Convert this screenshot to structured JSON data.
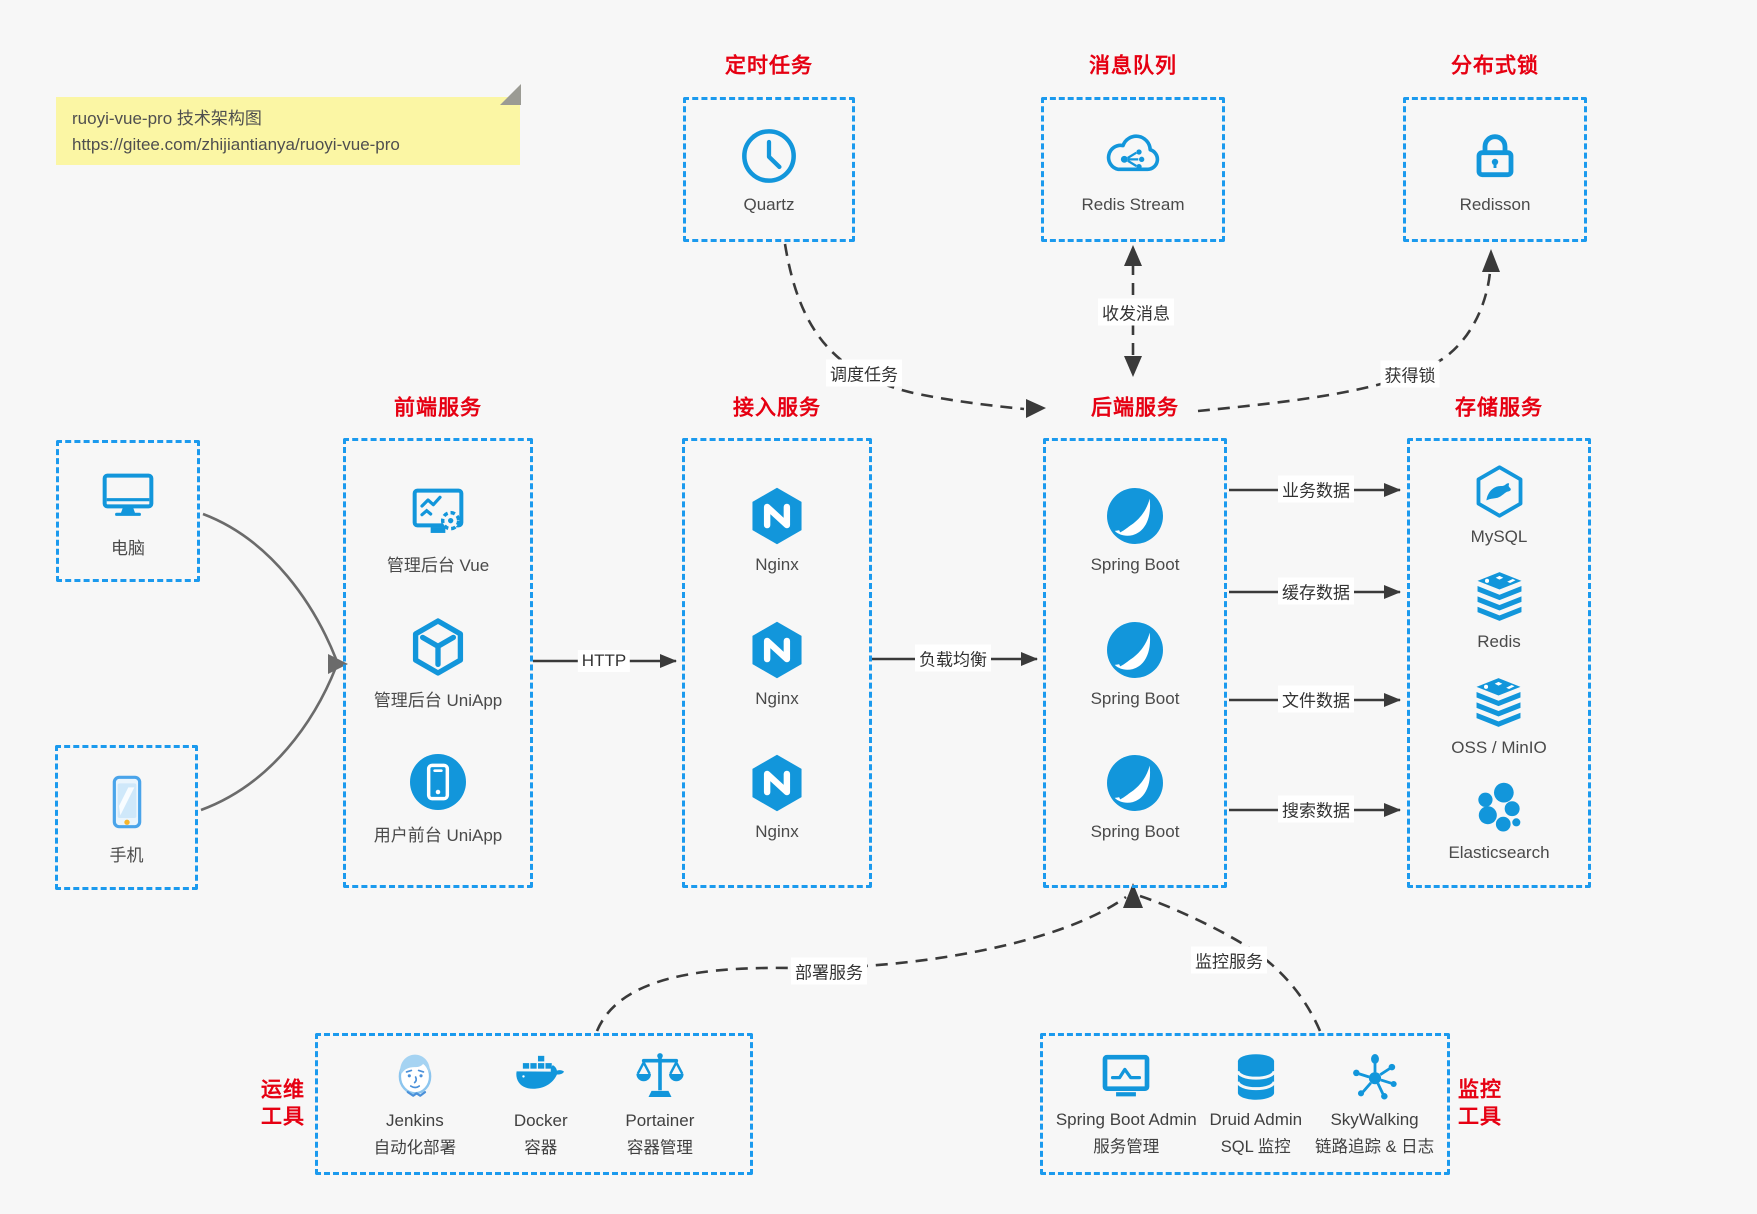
{
  "note": {
    "line1": "ruoyi-vue-pro 技术架构图",
    "line2": "https://gitee.com/zhijiantianya/ruoyi-vue-pro"
  },
  "colors": {
    "icon_blue": "#1296db",
    "border_blue": "#1b9aee",
    "title_red": "#e60012",
    "note_yellow": "#fbf6a4",
    "arrow_dark": "#3a3a3a",
    "arrow_gray": "#6b6b6b",
    "background": "#f7f7f7"
  },
  "groups": {
    "scheduler": {
      "title": "定时任务",
      "items": [
        {
          "label": "Quartz",
          "icon": "clock-icon"
        }
      ]
    },
    "mq": {
      "title": "消息队列",
      "items": [
        {
          "label": "Redis Stream",
          "icon": "cloud-stream-icon"
        }
      ]
    },
    "lock": {
      "title": "分布式锁",
      "items": [
        {
          "label": "Redisson",
          "icon": "padlock-icon"
        }
      ]
    },
    "clients": {
      "items": [
        {
          "label": "电脑",
          "icon": "desktop-icon"
        },
        {
          "label": "手机",
          "icon": "smartphone-icon"
        }
      ]
    },
    "frontend": {
      "title": "前端服务",
      "items": [
        {
          "label": "管理后台 Vue",
          "icon": "admin-console-icon"
        },
        {
          "label": "管理后台 UniApp",
          "icon": "uniapp-cube-icon"
        },
        {
          "label": "用户前台 UniApp",
          "icon": "mobile-app-icon"
        }
      ]
    },
    "gateway": {
      "title": "接入服务",
      "items": [
        {
          "label": "Nginx",
          "icon": "nginx-icon"
        },
        {
          "label": "Nginx",
          "icon": "nginx-icon"
        },
        {
          "label": "Nginx",
          "icon": "nginx-icon"
        }
      ]
    },
    "backend": {
      "title": "后端服务",
      "items": [
        {
          "label": "Spring Boot",
          "icon": "spring-boot-icon"
        },
        {
          "label": "Spring Boot",
          "icon": "spring-boot-icon"
        },
        {
          "label": "Spring Boot",
          "icon": "spring-boot-icon"
        }
      ]
    },
    "storage": {
      "title": "存储服务",
      "items": [
        {
          "label": "MySQL",
          "icon": "mysql-icon"
        },
        {
          "label": "Redis",
          "icon": "redis-icon"
        },
        {
          "label": "OSS / MinIO",
          "icon": "oss-minio-icon"
        },
        {
          "label": "Elasticsearch",
          "icon": "elasticsearch-icon"
        }
      ]
    },
    "devops": {
      "title_line1": "运维",
      "title_line2": "工具",
      "items": [
        {
          "name": "Jenkins",
          "desc": "自动化部署",
          "icon": "jenkins-icon"
        },
        {
          "name": "Docker",
          "desc": "容器",
          "icon": "docker-icon"
        },
        {
          "name": "Portainer",
          "desc": "容器管理",
          "icon": "portainer-icon"
        }
      ]
    },
    "monitor": {
      "title_line1": "监控",
      "title_line2": "工具",
      "items": [
        {
          "name": "Spring Boot Admin",
          "desc": "服务管理",
          "icon": "spring-boot-admin-icon"
        },
        {
          "name": "Druid Admin",
          "desc": "SQL 监控",
          "icon": "druid-database-icon"
        },
        {
          "name": "SkyWalking",
          "desc": "链路追踪 & 日志",
          "icon": "skywalking-icon"
        }
      ]
    }
  },
  "edges": {
    "http": "HTTP",
    "load_balance": "负载均衡",
    "schedule_task": "调度任务",
    "send_receive_msg": "收发消息",
    "acquire_lock": "获得锁",
    "business_data": "业务数据",
    "cache_data": "缓存数据",
    "file_data": "文件数据",
    "search_data": "搜索数据",
    "deploy_service": "部署服务",
    "monitor_service": "监控服务"
  }
}
